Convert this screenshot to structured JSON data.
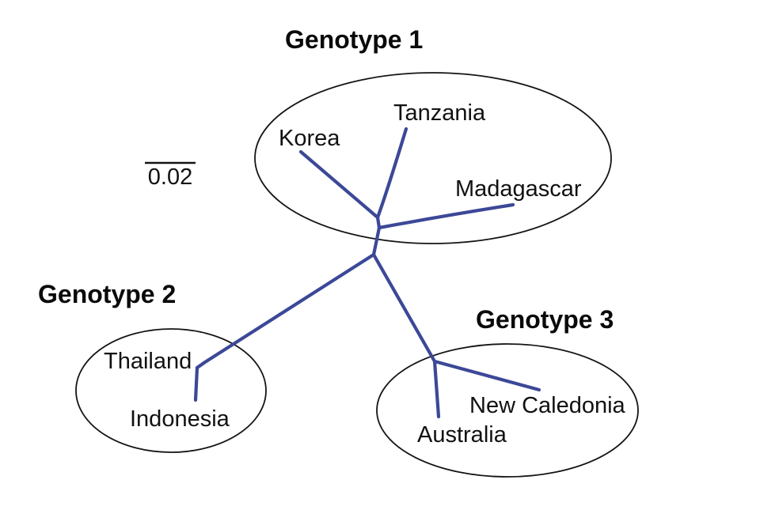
{
  "figure": {
    "type": "unrooted-phylogenetic-tree",
    "scale_bar": {
      "label": "0.02"
    },
    "clusters": [
      {
        "label": "Genotype 1",
        "taxa": [
          "Korea",
          "Tanzania",
          "Madagascar"
        ]
      },
      {
        "label": "Genotype 2",
        "taxa": [
          "Thailand",
          "Indonesia"
        ]
      },
      {
        "label": "Genotype 3",
        "taxa": [
          "New Caledonia",
          "Australia"
        ]
      }
    ],
    "colors": {
      "branch": "#3c4897",
      "outline": "#141414",
      "text": "#111111"
    }
  }
}
